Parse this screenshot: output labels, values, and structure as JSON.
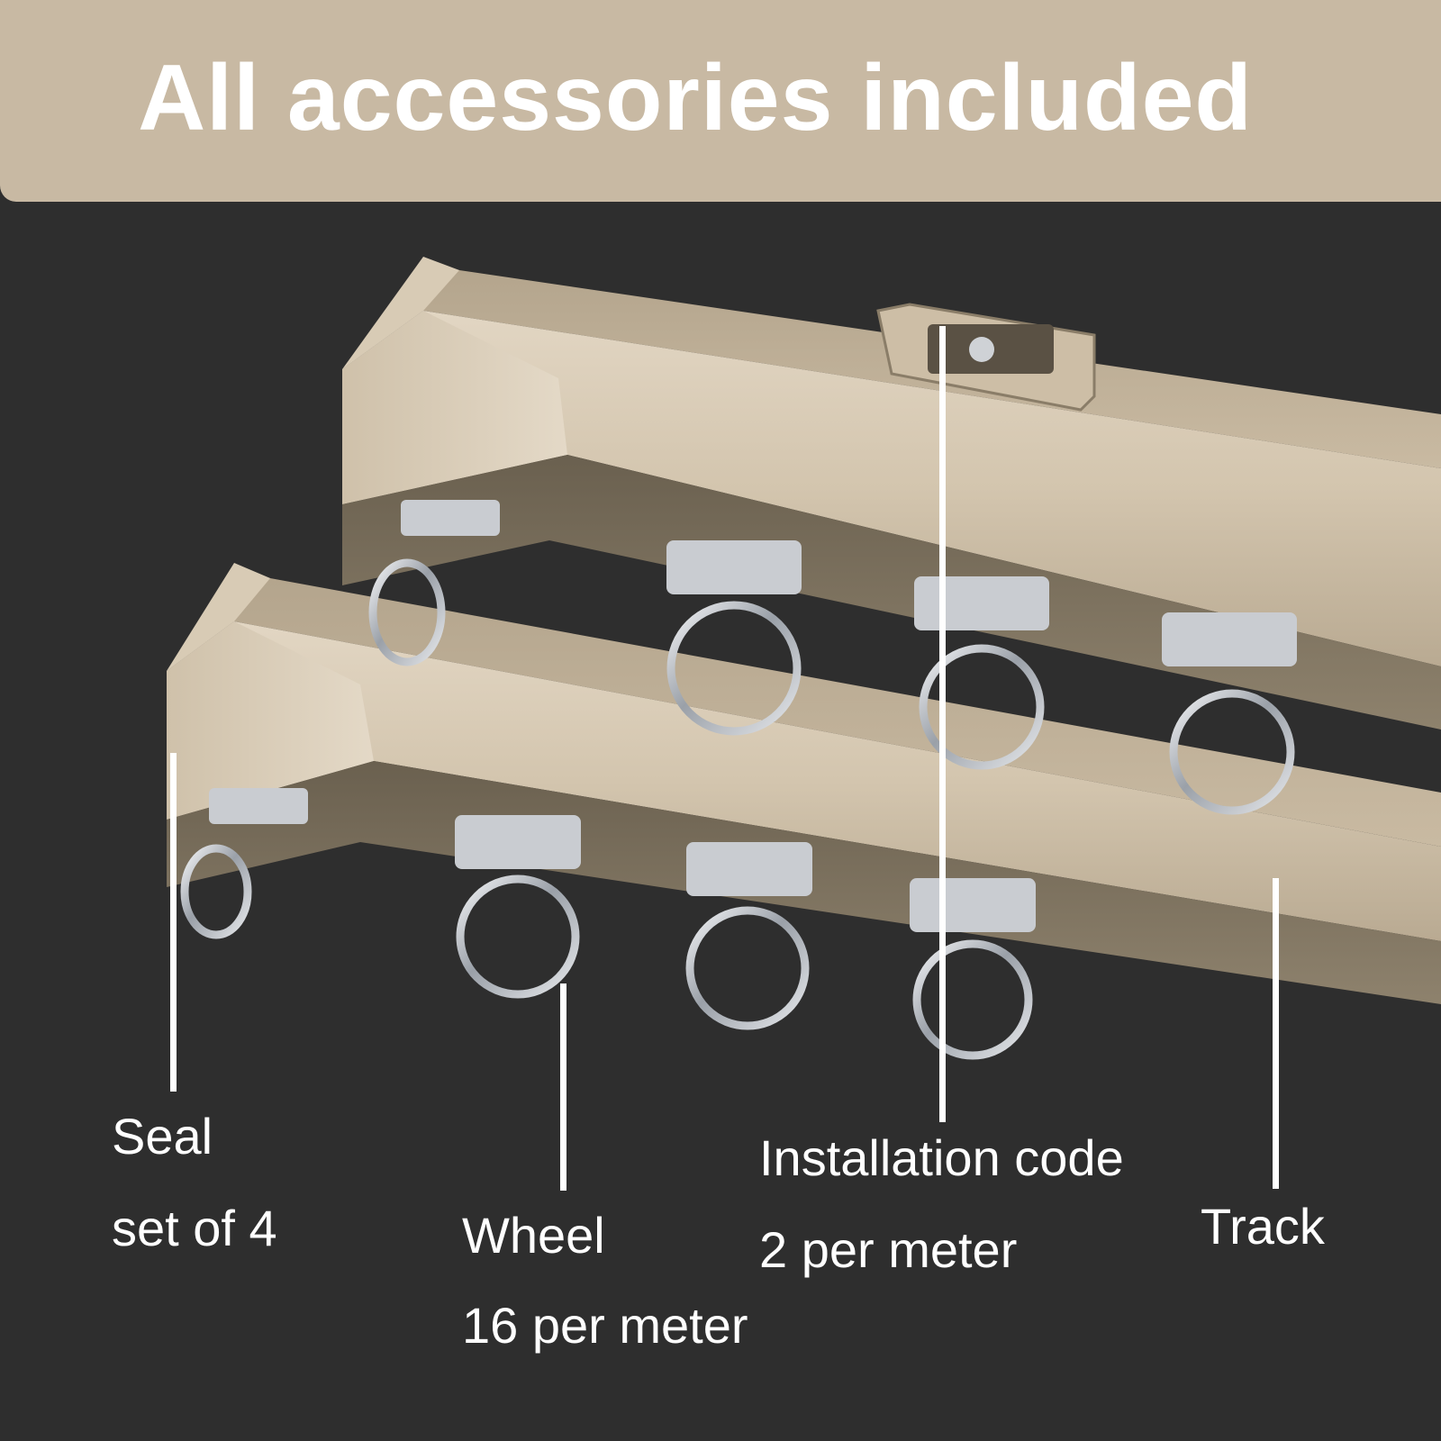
{
  "banner": {
    "title": "All accessories included"
  },
  "labels": {
    "seal": {
      "name": "Seal",
      "qty": "set of 4"
    },
    "wheel": {
      "name": "Wheel",
      "qty": "16 per meter"
    },
    "installation_code": {
      "name": "Installation code",
      "qty": "2 per meter"
    },
    "track": {
      "name": "Track"
    }
  },
  "colors": {
    "banner": "#c8b9a3",
    "background": "#2e2e2e",
    "track": "#cdbea6",
    "metal": "#c9ccd1"
  }
}
